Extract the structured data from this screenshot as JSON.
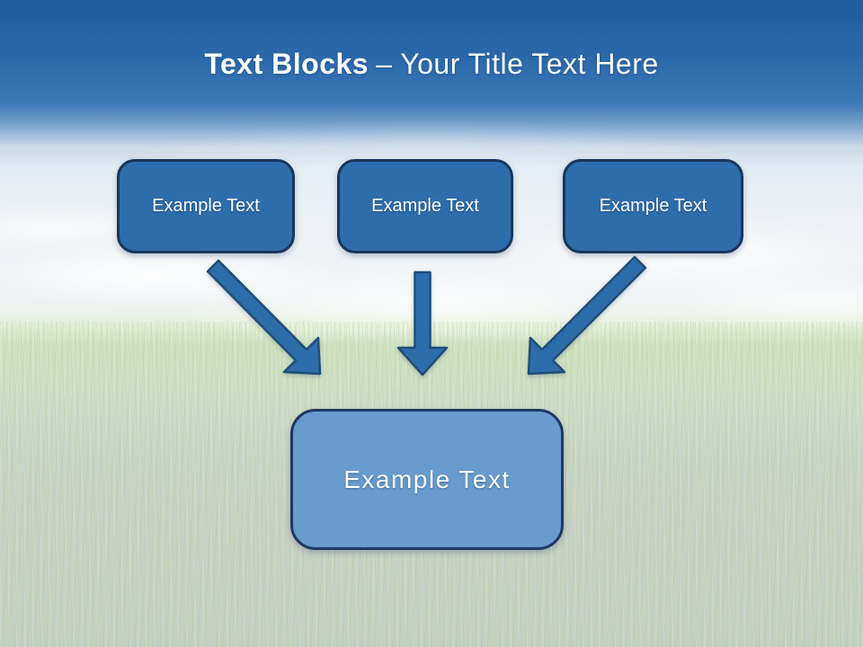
{
  "title": {
    "bold": "Text Blocks",
    "rest": "– Your Title Text Here"
  },
  "top_blocks": [
    {
      "label": "Example Text"
    },
    {
      "label": "Example Text"
    },
    {
      "label": "Example Text"
    }
  ],
  "bottom_block": {
    "label": "Example Text"
  },
  "colors": {
    "sky_top": "#1f5b9e",
    "sky_mid": "#3b78b6",
    "field_green": "#cfe1c1",
    "grass_base": "#c9d1c5",
    "title_color": "#ffffff",
    "label_color": "#ffffff",
    "block_fill": "#2e6dac",
    "block_border": "#17375e",
    "bottom_fill": "#689bce",
    "bottom_border": "#1f3864",
    "arrow_fill": "#2e6dac",
    "arrow_border": "#1f4e79"
  }
}
